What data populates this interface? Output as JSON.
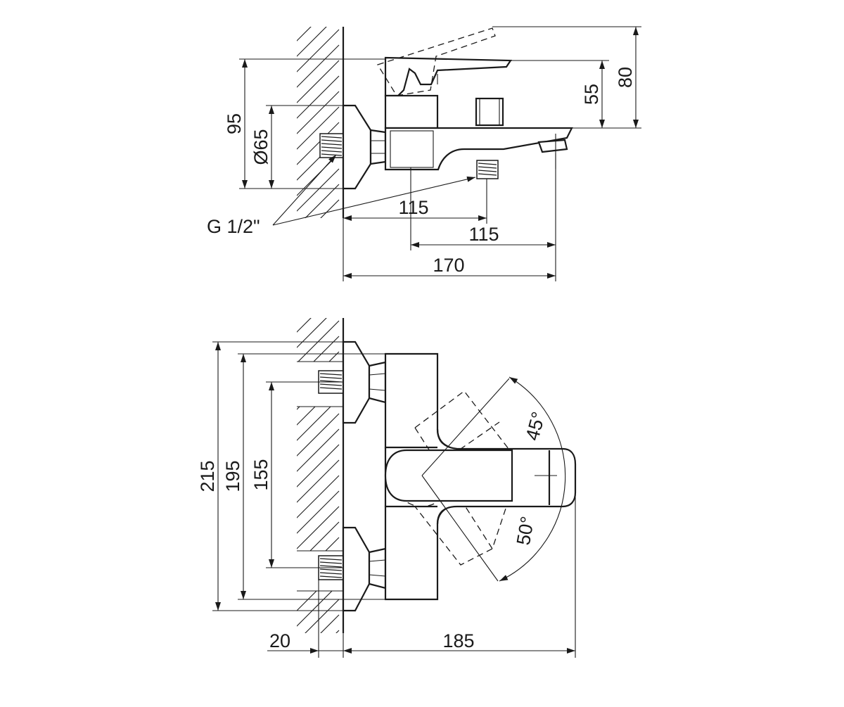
{
  "dimensions": {
    "top_view": {
      "height_95": "95",
      "diameter_65": "Ø65",
      "height_55": "55",
      "height_80": "80",
      "length_115_a": "115",
      "length_115_b": "115",
      "length_170": "170",
      "thread": "G 1/2\""
    },
    "front_view": {
      "height_215": "215",
      "height_195": "195",
      "height_155": "155",
      "angle_45": "45°",
      "angle_50": "50°",
      "offset_20": "20",
      "length_185": "185"
    }
  }
}
